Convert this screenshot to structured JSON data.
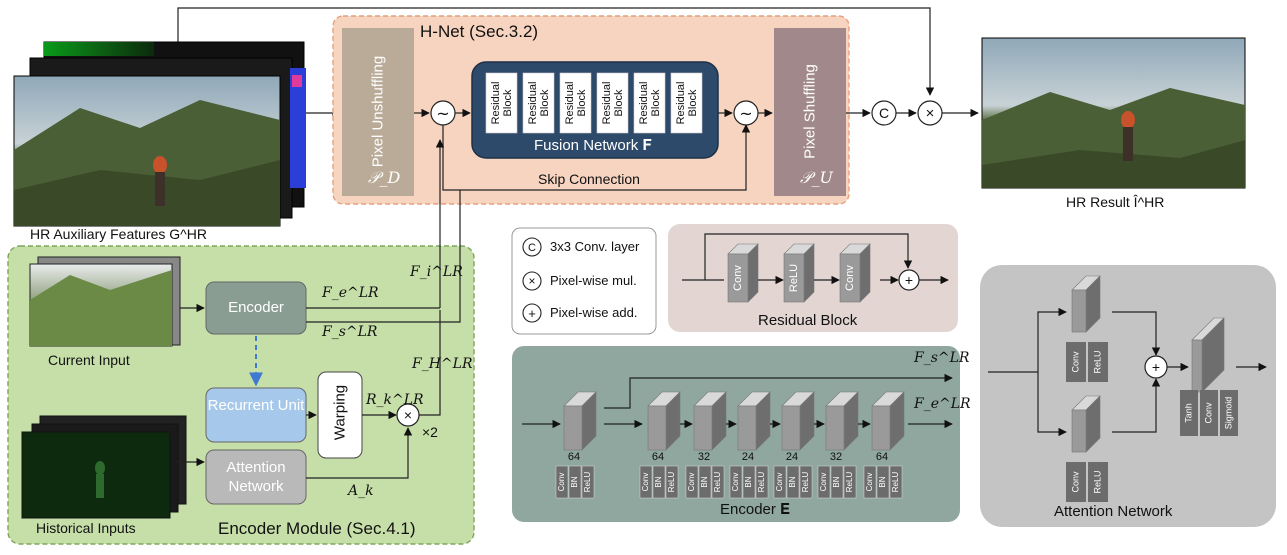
{
  "hnet": {
    "title": "H-Net (Sec.3.2)",
    "pixel_unshuffling": "Pixel Unshuffling",
    "pd_label": "𝒫_D",
    "residual_block_label": "Residual Block",
    "fusion_network": "Fusion Network 𝐅",
    "skip_connection": "Skip Connection",
    "pixel_shuffling": "Pixel Shuffling",
    "pu_label": "𝒫_U"
  },
  "inputs": {
    "hr_aux": "HR Auxiliary Features G^HR",
    "hr_result": "HR Result Î^HR",
    "current_input": "Current Input",
    "historical_inputs": "Historical Inputs"
  },
  "encoder_module": {
    "title": "Encoder Module (Sec.4.1)",
    "encoder": "Encoder",
    "recurrent_unit": "Recurrent Unit",
    "attention_network": "Attention Network",
    "warping": "Warping",
    "fe": "F_e^LR",
    "fs": "F_s^LR",
    "fi": "F_i^LR",
    "fh": "F_H^LR",
    "rk": "R_k^LR",
    "ak": "A_k",
    "times2": "×2"
  },
  "legend": {
    "conv": "3x3 Conv. layer",
    "mul": "Pixel-wise mul.",
    "add": "Pixel-wise add.",
    "conv_symbol": "C",
    "mul_symbol": "×",
    "add_symbol": "+"
  },
  "residual_block": {
    "title": "Residual Block",
    "layers": [
      "Conv",
      "ReLU",
      "Conv"
    ]
  },
  "encoder": {
    "title": "Encoder 𝐄",
    "channels": [
      "64",
      "64",
      "32",
      "24",
      "24",
      "32",
      "64"
    ],
    "first_layers": [
      "Conv",
      "BN",
      "ReLU"
    ],
    "fs_out": "F_s^LR",
    "fe_out": "F_e^LR"
  },
  "attention": {
    "title": "Attention Network",
    "branch_layers": [
      "Conv",
      "ReLU"
    ],
    "final_layers": [
      "Tanh",
      "Conv",
      "Sigmoid"
    ]
  },
  "colors": {
    "hnet_bg": "#f6d4bf",
    "hnet_border": "#e6a07b",
    "unshuffle": "#b9ab97",
    "shuffle": "#a1888a",
    "fusion": "#2e4a6a",
    "module_bg": "#c6dfa9",
    "encoder_box": "#8a9d93",
    "recurrent": "#a6c8ea",
    "attn_box": "#b9b9b9",
    "enc_panel": "#8fa79e",
    "res_panel": "#e3d6d2",
    "attn_panel": "#c4c4c4"
  }
}
